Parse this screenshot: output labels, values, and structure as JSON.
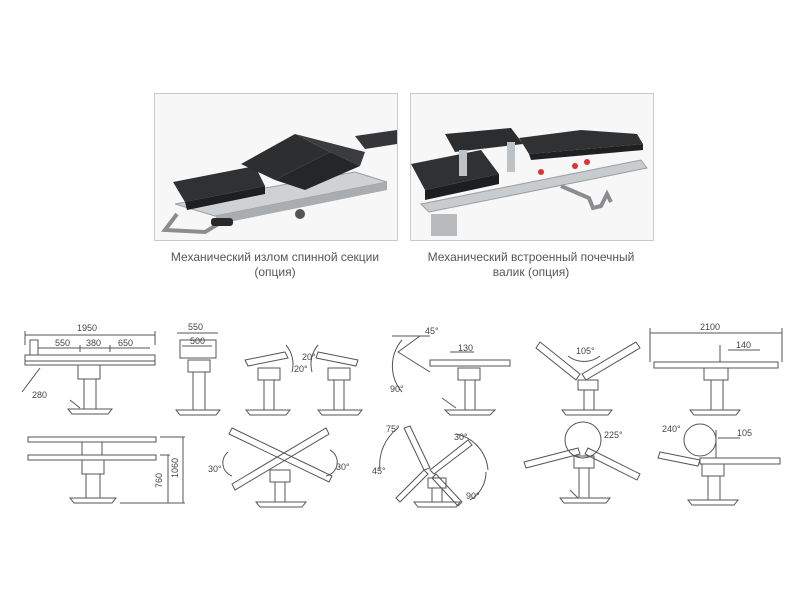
{
  "captions": {
    "back_break": [
      "Механический излом спинной секции",
      "(опция)"
    ],
    "kidney_roll": [
      "Механический встроенный почечный",
      "валик (опция)"
    ]
  },
  "dimensions": {
    "total_length": "1950",
    "sec_head": "550",
    "sec_back": "380",
    "sec_seat": "650",
    "offset_280": "280",
    "width_outer": "550",
    "width_inner": "500",
    "tilt_20_right": "20°",
    "tilt_20_left": "20°",
    "angle_45_top": "45°",
    "len_130": "130",
    "angle_90": "90°",
    "angle_105": "105°",
    "len_2100": "2100",
    "len_140": "140",
    "height_760": "760",
    "height_1060": "1060",
    "tilt_30_left": "30°",
    "tilt_30_right": "30°",
    "angle_75": "75°",
    "angle_30_back": "30°",
    "angle_45_low": "45°",
    "angle_90_low": "90°",
    "angle_225": "225°",
    "angle_240": "240°",
    "len_105": "105"
  },
  "colors": {
    "line": "#555555",
    "pad": "#2f3132",
    "metal": "#c9ccce"
  }
}
